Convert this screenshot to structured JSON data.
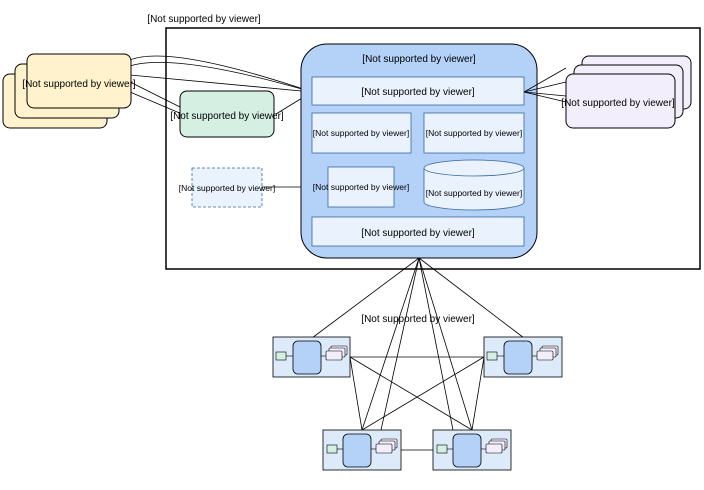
{
  "diagram": {
    "title": "[Not supported by viewer]",
    "left_stack_label": "[Not supported by viewer]",
    "green_box_label": "[Not supported by viewer]",
    "dashed_box_label": "[Not supported by viewer]",
    "right_stack_label": "[Not supported by viewer]",
    "hub": {
      "title": "[Not supported by viewer]",
      "top_bar": "[Not supported by viewer]",
      "cell_left": "[Not supported by viewer]",
      "cell_right": "[Not supported by viewer]",
      "cell_middle": "[Not supported by viewer]",
      "database": "[Not supported by viewer]",
      "bottom_bar": "[Not supported by viewer]"
    },
    "network_label": "[Not supported by viewer]"
  },
  "colors": {
    "yellow_fill": "#fff2cc",
    "green_fill": "#d5f0e3",
    "purple_fill": "#f3eefc",
    "hub_fill": "#b4d1f8",
    "light_fill": "#eaf3fd",
    "node_fill": "#dceafa",
    "stroke": "#000000",
    "accent_stroke": "#37679e"
  }
}
